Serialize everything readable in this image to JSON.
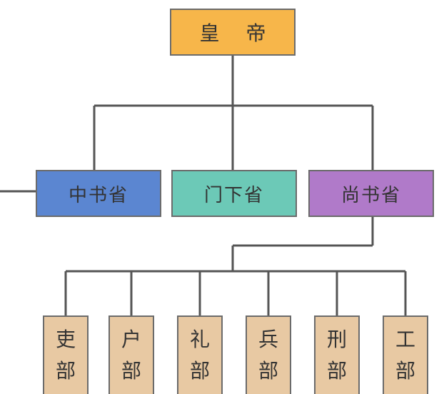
{
  "emperor": {
    "label": "皇 帝",
    "color": "#f7b64a"
  },
  "departments": [
    {
      "label": "中书省",
      "color": "#5b86d1"
    },
    {
      "label": "门下省",
      "color": "#6cc9b7"
    },
    {
      "label": "尚书省",
      "color": "#b07ac9"
    }
  ],
  "ministries": [
    {
      "label_line1": "吏",
      "label_line2": "部"
    },
    {
      "label_line1": "户",
      "label_line2": "部"
    },
    {
      "label_line1": "礼",
      "label_line2": "部"
    },
    {
      "label_line1": "兵",
      "label_line2": "部"
    },
    {
      "label_line1": "刑",
      "label_line2": "部"
    },
    {
      "label_line1": "工",
      "label_line2": "部"
    }
  ],
  "ministry_color": "#e8c9a3",
  "line_color": "#555555"
}
